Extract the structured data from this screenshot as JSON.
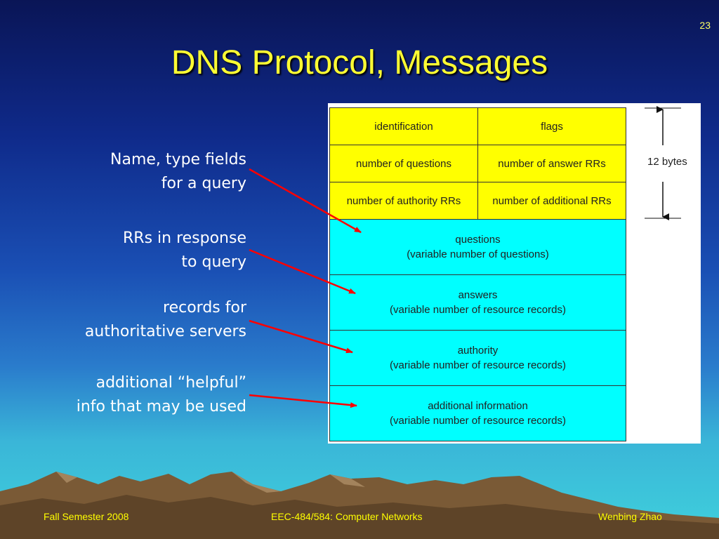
{
  "slide": {
    "number": "23",
    "title": "DNS Protocol, Messages"
  },
  "annotations": [
    {
      "line1": "Name, type fields",
      "line2": "for a query"
    },
    {
      "line1": "RRs in response",
      "line2": "to query"
    },
    {
      "line1": "records for",
      "line2": "authoritative servers"
    },
    {
      "line1": "additional “helpful”",
      "line2": "info that may be used"
    }
  ],
  "header_fields": {
    "identification": "identification",
    "flags": "flags",
    "num_questions": "number of questions",
    "num_answer_rrs": "number of answer RRs",
    "num_authority_rrs": "number of authority RRs",
    "num_additional_rrs": "number of additional RRs"
  },
  "sections": [
    {
      "name": "questions",
      "detail": "(variable number of questions)"
    },
    {
      "name": "answers",
      "detail": "(variable number of resource records)"
    },
    {
      "name": "authority",
      "detail": "(variable number of resource  records)"
    },
    {
      "name": "additional information",
      "detail": "(variable number of resource records)"
    }
  ],
  "size_label": "12 bytes",
  "footer": {
    "left": "Fall Semester 2008",
    "center": "EEC-484/584: Computer Networks",
    "right": "Wenbing Zhao"
  },
  "colors": {
    "header_fill": "#ffff00",
    "section_fill": "#00ffff",
    "arrow": "#ff0000",
    "title": "#ffff33"
  }
}
